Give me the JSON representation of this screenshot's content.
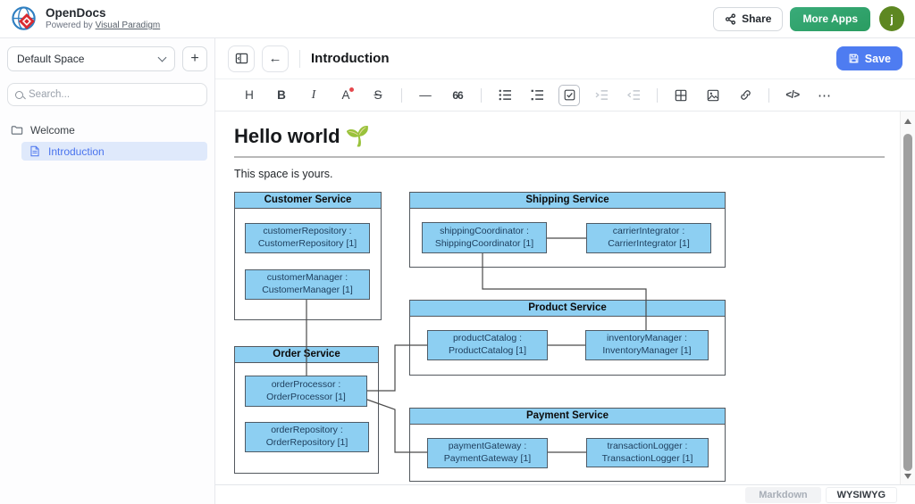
{
  "header": {
    "app_name": "OpenDocs",
    "powered_by": "Powered by",
    "powered_by_link": "Visual Paradigm",
    "share": "Share",
    "more_apps": "More Apps",
    "avatar_initial": "j"
  },
  "sidebar": {
    "space": "Default Space",
    "add": "+",
    "search_placeholder": "Search...",
    "tree": [
      {
        "label": "Welcome"
      },
      {
        "label": "Introduction"
      }
    ]
  },
  "doc": {
    "title": "Introduction",
    "save": "Save",
    "heading": "Hello world",
    "heading_emoji": "🌱",
    "paragraph": "This space is yours."
  },
  "toolbar": {
    "heading": "H",
    "bold": "B",
    "italic": "I",
    "text_color": "A",
    "strikethrough": "S",
    "horizontal_rule": "—",
    "blockquote": "66",
    "code": "</>",
    "more": "⋯"
  },
  "footer": {
    "markdown": "Markdown",
    "wysiwyg": "WYSIWYG"
  },
  "diagram": {
    "box_fill_color": "#8dcff2",
    "line_color": "#4a4a4a",
    "services": [
      {
        "name": "Customer Service",
        "components": [
          {
            "line1": "customerRepository :",
            "line2": "CustomerRepository [1]"
          },
          {
            "line1": "customerManager :",
            "line2": "CustomerManager [1]"
          }
        ]
      },
      {
        "name": "Shipping Service",
        "components": [
          {
            "line1": "shippingCoordinator :",
            "line2": "ShippingCoordinator [1]"
          },
          {
            "line1": "carrierIntegrator :",
            "line2": "CarrierIntegrator [1]"
          }
        ]
      },
      {
        "name": "Product Service",
        "components": [
          {
            "line1": "productCatalog :",
            "line2": "ProductCatalog [1]"
          },
          {
            "line1": "inventoryManager :",
            "line2": "InventoryManager [1]"
          }
        ]
      },
      {
        "name": "Order Service",
        "components": [
          {
            "line1": "orderProcessor :",
            "line2": "OrderProcessor [1]"
          },
          {
            "line1": "orderRepository :",
            "line2": "OrderRepository [1]"
          }
        ]
      },
      {
        "name": "Payment Service",
        "components": [
          {
            "line1": "paymentGateway :",
            "line2": "PaymentGateway [1]"
          },
          {
            "line1": "transactionLogger :",
            "line2": "TransactionLogger [1]"
          }
        ]
      }
    ]
  }
}
